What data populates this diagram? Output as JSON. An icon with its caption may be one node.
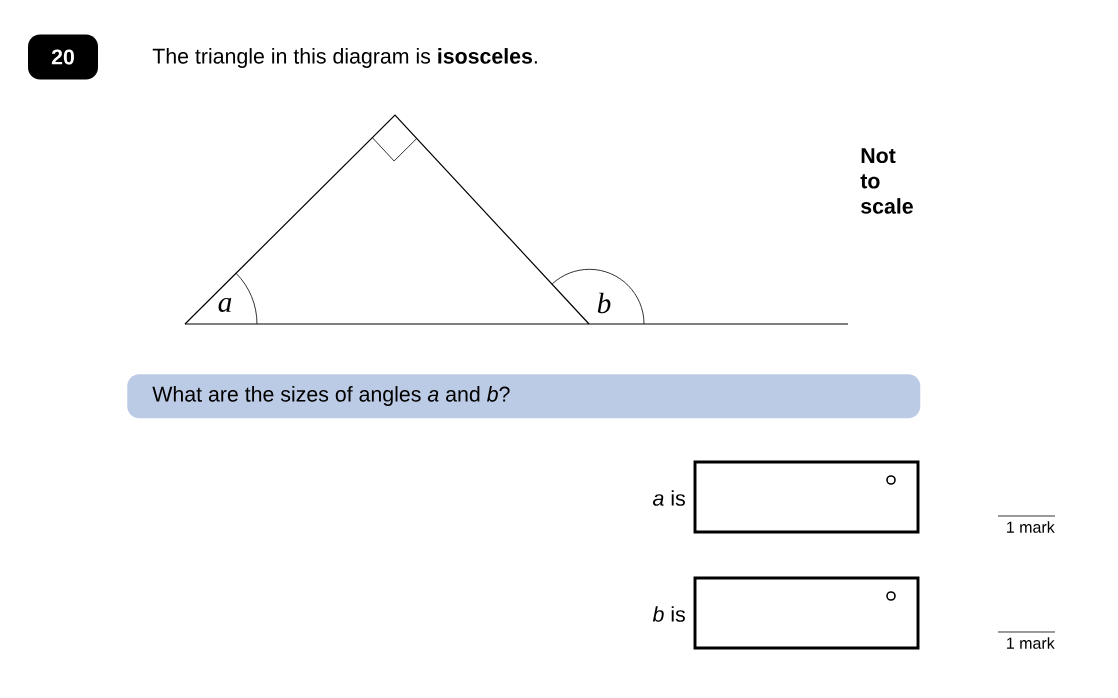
{
  "diagram": {
    "nodes": [
      {
        "text": [
          "20"
        ]
      },
      {
        "text": [
          "What are the sizes of angles *a* and *b*?"
        ]
      }
    ],
    "labels": [
      "The triangle in this diagram is **isosceles**.",
      "a",
      "b",
      "Not to scale",
      "*a* is",
      "1 mark",
      "*b* is",
      "1 mark"
    ]
  }
}
